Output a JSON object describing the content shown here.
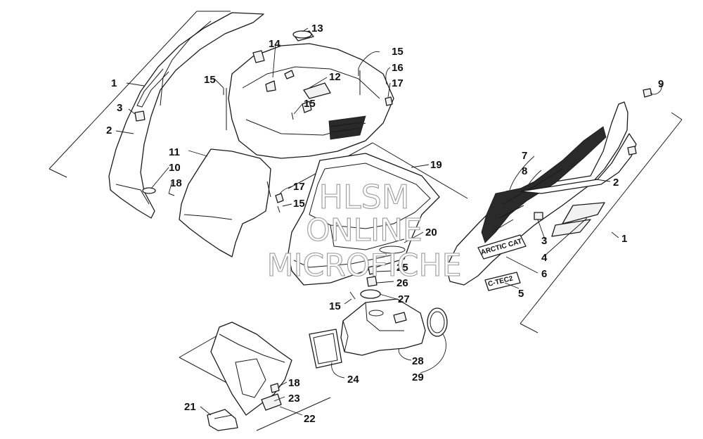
{
  "callouts": {
    "c1a": "1",
    "c1b": "1",
    "c2a": "2",
    "c2b": "2",
    "c3a": "3",
    "c3b": "3",
    "c4": "4",
    "c5": "5",
    "c6": "6",
    "c7": "7",
    "c8": "8",
    "c9": "9",
    "c10": "10",
    "c11": "11",
    "c12": "12",
    "c13": "13",
    "c14": "14",
    "c15a": "15",
    "c15b": "15",
    "c15c": "15",
    "c15d": "15",
    "c15e": "15",
    "c16": "16",
    "c17a": "17",
    "c17b": "17",
    "c18a": "18",
    "c18b": "18",
    "c19": "19",
    "c20": "20",
    "c21": "21",
    "c22": "22",
    "c23": "23",
    "c24": "24",
    "c25": "25",
    "c26": "26",
    "c27": "27",
    "c28": "28",
    "c29": "29"
  },
  "decals": {
    "brand": "ARCTIC CAT",
    "model": "C-TEC2"
  },
  "watermark": {
    "line1": "HLSM",
    "line2": "ONLINE",
    "line3": "MICROFICHE"
  }
}
